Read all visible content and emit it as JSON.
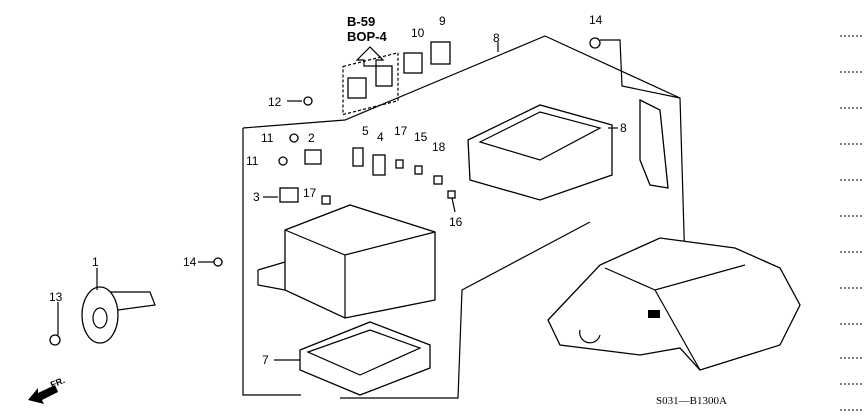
{
  "diagram": {
    "reference": {
      "line1": "B-59",
      "line2": "BOP-4"
    },
    "drawing_code": "S031—B1300A",
    "direction_label": "FR.",
    "callouts": {
      "c1": "1",
      "c2": "2",
      "c3": "3",
      "c4": "4",
      "c5": "5",
      "c7": "7",
      "c8a": "8",
      "c8b": "8",
      "c9": "9",
      "c10": "10",
      "c11a": "11",
      "c11b": "11",
      "c12": "12",
      "c13": "13",
      "c14a": "14",
      "c14b": "14",
      "c15": "15",
      "c16": "16",
      "c17a": "17",
      "c17b": "17",
      "c18": "18"
    }
  }
}
